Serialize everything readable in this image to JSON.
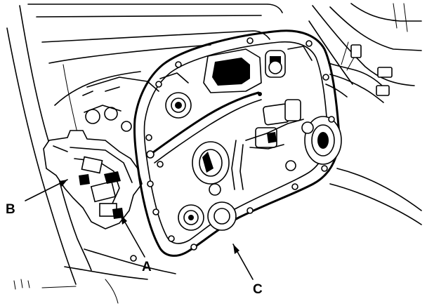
{
  "callouts": [
    {
      "id": "A",
      "label": "A"
    },
    {
      "id": "B",
      "label": "B"
    },
    {
      "id": "C",
      "label": "C"
    }
  ],
  "colors": {
    "line": "#000000",
    "background": "#ffffff"
  }
}
